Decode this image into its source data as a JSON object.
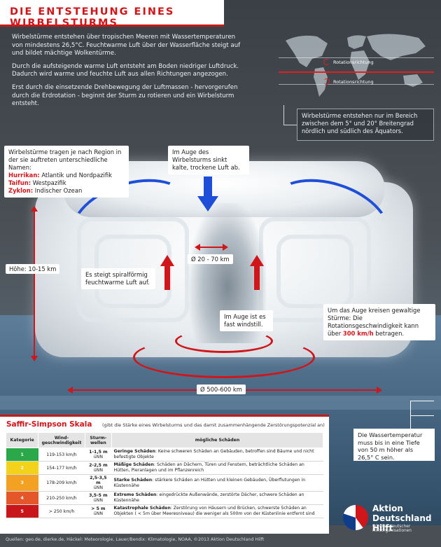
{
  "title": "DIE ENTSTEHUNG EINES WIRBELSTURMS",
  "intro": [
    "Wirbelstürme entstehen über tropischen Meeren mit Wassertemperaturen von mindestens 26,5°C. Feuchtwarme Luft über der Wasserfläche steigt auf und bildet mächtige Wolkentürme.",
    "Durch die aufsteigende warme Luft entsteht am Boden niedriger Luftdruck. Dadurch wird warme und feuchte Luft aus allen Richtungen angezogen.",
    "Erst durch die einsetzende Drehbewegung der Luftmassen - hervorgerufen durch die Erdrotation - beginnt der Sturm zu rotieren und ein Wirbelsturm entsteht."
  ],
  "map": {
    "rotation_north": "Rotationsrichtung",
    "rotation_south": "Rotationsrichtung",
    "latitude_note": "Wirbelstürme entstehen nur im Bereich zwischen dem 5° und 20° Breitengrad nördlich und südlich des Äquators."
  },
  "regions": {
    "intro": "Wirbelstürme tragen je nach Region in der sie auftreten unterschiedliche Namen:",
    "hurrikan_label": "Hurrikan:",
    "hurrikan_region": "Atlantik und Nordpazifik",
    "taifun_label": "Taifun:",
    "taifun_region": "Westpazifik",
    "zyklon_label": "Zyklon:",
    "zyklon_region": "Indischer Ozean"
  },
  "callouts": {
    "eye_sink": "Im Auge des Wirbelsturms sinkt kalte, trockene Luft ab.",
    "spiral_rise": "Es steigt spiralförmig feuchtwarme Luft auf.",
    "eye_calm": "Im Auge ist es fast windstill.",
    "winds_pre": "Um das Auge kreisen gewaltige Stürme: Die Rotationsgeschwindigkeit kann über ",
    "winds_speed": "300 km/h",
    "winds_post": " betragen."
  },
  "dimensions": {
    "height": "Höhe: 10-15 km",
    "eye_diameter": "Ø 20 - 70 km",
    "storm_diameter": "Ø 500-600 km"
  },
  "scale": {
    "title": "Saffir-Simpson Skala",
    "subtitle": "(gibt die Stärke eines Wirbelsturms und das damit zusammenhängende Zerstörungspotenzial an)",
    "headers": [
      "Kategorie",
      "Wind-\ngeschwindigkeit",
      "Sturm-\nwellen",
      "mögliche Schäden"
    ],
    "rows": [
      {
        "cat": "1",
        "color": "#2aa84a",
        "wind": "119-153 km/h",
        "wave": "1-1,5 m",
        "wave_unit": "üNN",
        "damage_title": "Geringe Schäden",
        "damage_text": ": Keine schweren Schäden an Gebäuden, betroffen sind Bäume und nicht befestigte Objekte"
      },
      {
        "cat": "2",
        "color": "#f2d21b",
        "wind": "154-177 km/h",
        "wave": "2-2,5 m",
        "wave_unit": "üNN",
        "damage_title": "Mäßige Schäden",
        "damage_text": ": Schäden an Dächern, Türen und Fenstern, beträchtliche Schäden an Hütten, Pieranlagen und im Pflanzenreich"
      },
      {
        "cat": "3",
        "color": "#f3a122",
        "wind": "178-209 km/h",
        "wave": "2,5-3,5 m",
        "wave_unit": "üNN",
        "damage_title": "Starke Schäden",
        "damage_text": ": stärkere Schäden an Hütten und kleinen Gebäuden, Überflutungen in Küstennähe"
      },
      {
        "cat": "4",
        "color": "#e4572a",
        "wind": "210-250 km/h",
        "wave": "3,5-5 m",
        "wave_unit": "üNN",
        "damage_title": "Extreme Schäden",
        "damage_text": ": eingedrückte Außenwände, zerstörte Dächer, schwere Schäden an Küstennähe"
      },
      {
        "cat": "5",
        "color": "#c9161b",
        "wind": "> 250 km/h",
        "wave": "> 5 m",
        "wave_unit": "üNN",
        "damage_title": "Katastrophale Schäden",
        "damage_text": ": Zerstörung von Häusern und Brücken, schwerste Schäden an Objekten ( < 5m über Meeresniveau) die weniger als 500m von der Küstenlinie entfernt sind"
      }
    ]
  },
  "water_temp_note": "Die Wassertemperatur muss bis in eine Tiefe von 50 m höher als 26,5° C sein.",
  "logo": {
    "line1": "Aktion",
    "line2": "Deutschland Hilft",
    "sub": "Bündnis deutscher Hilfsorganisationen"
  },
  "sources": "Quellen: geo.de, dierke.de, Häckel: Meteorologie, Lauer/Bendix: Klimatologie, NOAA, ©2013 Aktion Deutschland Hilft"
}
